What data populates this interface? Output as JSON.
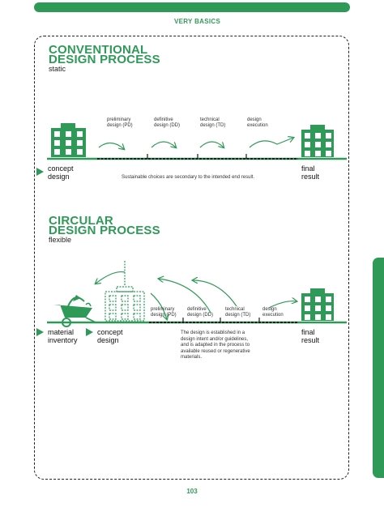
{
  "header": {
    "section": "VERY BASICS"
  },
  "conventional": {
    "title_line1": "CONVENTIONAL",
    "title_line2": "DESIGN PROCESS",
    "subtitle": "static",
    "stages": [
      {
        "line1": "preliminary",
        "line2": "design (PD)"
      },
      {
        "line1": "definitive",
        "line2": "design (DD)"
      },
      {
        "line1": "technical",
        "line2": "design (TD)"
      },
      {
        "line1": "design",
        "line2": "execution"
      }
    ],
    "start_line1": "concept",
    "start_line2": "design",
    "end_line1": "final",
    "end_line2": "result",
    "note": "Sustainable choices are secondary to the intended end result."
  },
  "circular": {
    "title_line1": "CIRCULAR",
    "title_line2": "DESIGN PROCESS",
    "subtitle": "flexible",
    "stages": [
      {
        "line1": "preliminary",
        "line2": "design (PD)"
      },
      {
        "line1": "definitive",
        "line2": "design (DD)"
      },
      {
        "line1": "technical",
        "line2": "design (TD)"
      },
      {
        "line1": "design",
        "line2": "execution"
      }
    ],
    "material_line1": "material",
    "material_line2": "inventory",
    "start_line1": "concept",
    "start_line2": "design",
    "end_line1": "final",
    "end_line2": "result",
    "note_lines": [
      "The design is established in a",
      "design intent and/or guidelines,",
      "and is adapted in the process to",
      "available reused or regenerative",
      "materials."
    ]
  },
  "footer": {
    "page_number": "103"
  },
  "colors": {
    "accent": "#2f9a58",
    "ink": "#1a1a1a"
  }
}
